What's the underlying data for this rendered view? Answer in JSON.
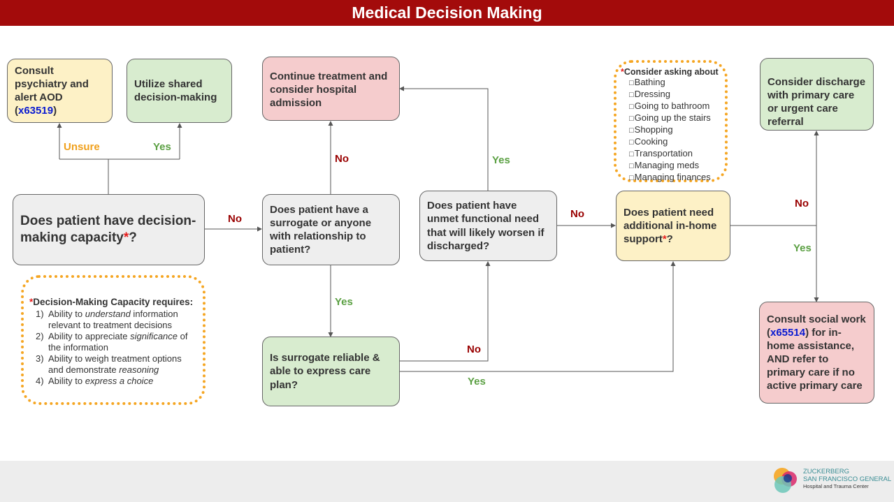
{
  "title": "Medical Decision Making",
  "boxes": {
    "consult_psychiatry": {
      "text": "Consult psychiatry and alert AOD (",
      "ext": "x63519",
      "suffix": ")"
    },
    "shared_decision": {
      "text": "Utilize shared decision-making"
    },
    "continue_treatment": {
      "text": "Continue treatment and consider hospital admission"
    },
    "decision_capacity": {
      "text": "Does patient have decision-making capacity",
      "star": "*",
      "suffix": "?"
    },
    "surrogate": {
      "text": "Does patient have a surrogate or anyone with relationship to patient?"
    },
    "unmet_need": {
      "text": "Does patient have unmet functional need that will likely worsen if discharged?"
    },
    "in_home_support": {
      "text": "Does patient need additional in-home support",
      "star": "*",
      "suffix": "?"
    },
    "discharge": {
      "text": "Consider discharge with primary care or urgent care referral"
    },
    "surrogate_reliable": {
      "text": "Is surrogate reliable & able to express care plan?"
    },
    "social_work": {
      "prefix": "Consult social work (",
      "ext": "x65514",
      "text": ") for in-home assistance, AND refer to primary care if no active primary care"
    }
  },
  "labels": {
    "unsure": "Unsure",
    "yes_shared": "Yes",
    "no_capacity": "No",
    "no_surrogate": "No",
    "yes_surrogate": "Yes",
    "yes_unmet": "Yes",
    "no_unmet": "No",
    "no_reliable": "No",
    "yes_reliable": "Yes",
    "no_support": "No",
    "yes_support": "Yes"
  },
  "capacity_note": {
    "star": "*",
    "heading": "Decision-Making Capacity requires:",
    "items": [
      {
        "num": "1)",
        "pre": "Ability to ",
        "em": "understand",
        "post": " information relevant to treatment decisions"
      },
      {
        "num": "2)",
        "pre": "Ability to appreciate ",
        "em": "significance",
        "post": " of the information"
      },
      {
        "num": "3)",
        "pre": "Ability to weigh treatment options and demonstrate ",
        "em": "reasoning",
        "post": ""
      },
      {
        "num": "4)",
        "pre": "Ability to ",
        "em": "express a choice",
        "post": ""
      }
    ]
  },
  "support_note": {
    "star": "*",
    "heading": "Consider asking about",
    "items": [
      "Bathing",
      "Dressing",
      "Going to bathroom",
      "Going up the stairs",
      "Shopping",
      "Cooking",
      "Transportation",
      "Managing meds",
      "Managing finances"
    ]
  },
  "logo": {
    "line1": "ZUCKERBERG",
    "line2": "SAN FRANCISCO GENERAL",
    "line3": "Hospital and Trauma Center"
  },
  "colors": {
    "header": "#a30b0b",
    "yellow_box": "#fdf1c6",
    "green_box": "#d8eccf",
    "pink_box": "#f5cccd",
    "gray_box": "#eeeeee",
    "no_label": "#990000",
    "yes_label": "#5ba043",
    "unsure_label": "#f0a01c",
    "extension": "#0a1bd1",
    "asterisk": "#e51c1c",
    "dotted_border": "#f5a623"
  }
}
